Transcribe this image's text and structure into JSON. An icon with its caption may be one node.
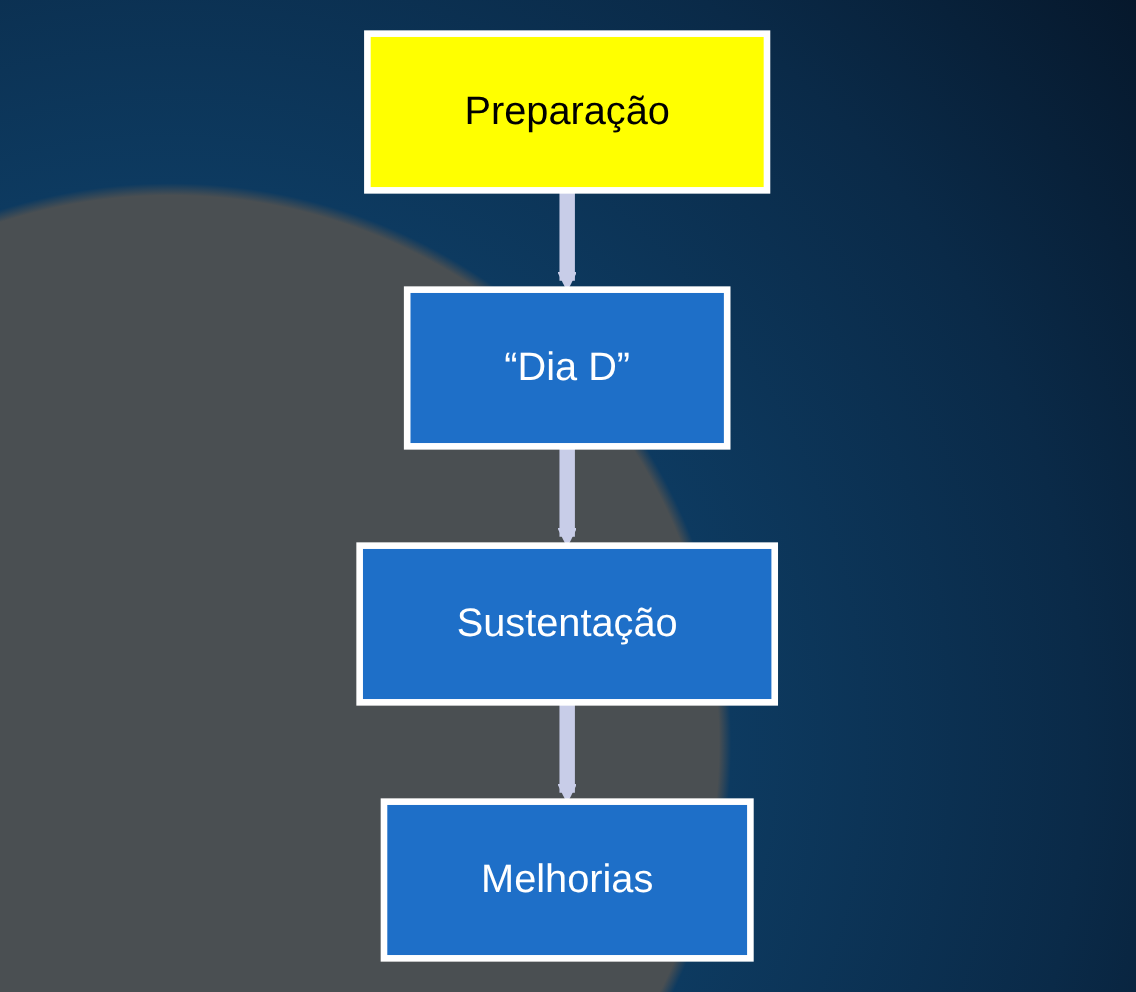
{
  "diagram": {
    "nodes": [
      {
        "text": [
          "Preparação"
        ]
      },
      {
        "text": [
          "“Dia D”"
        ]
      },
      {
        "text": [
          "Sustentação"
        ]
      },
      {
        "text": [
          "Melhorias"
        ]
      }
    ],
    "edges": [
      {
        "from": 0,
        "to": 1,
        "arrow": "to"
      },
      {
        "from": 1,
        "to": 2,
        "arrow": "to"
      },
      {
        "from": 2,
        "to": 3,
        "arrow": "to"
      }
    ]
  }
}
